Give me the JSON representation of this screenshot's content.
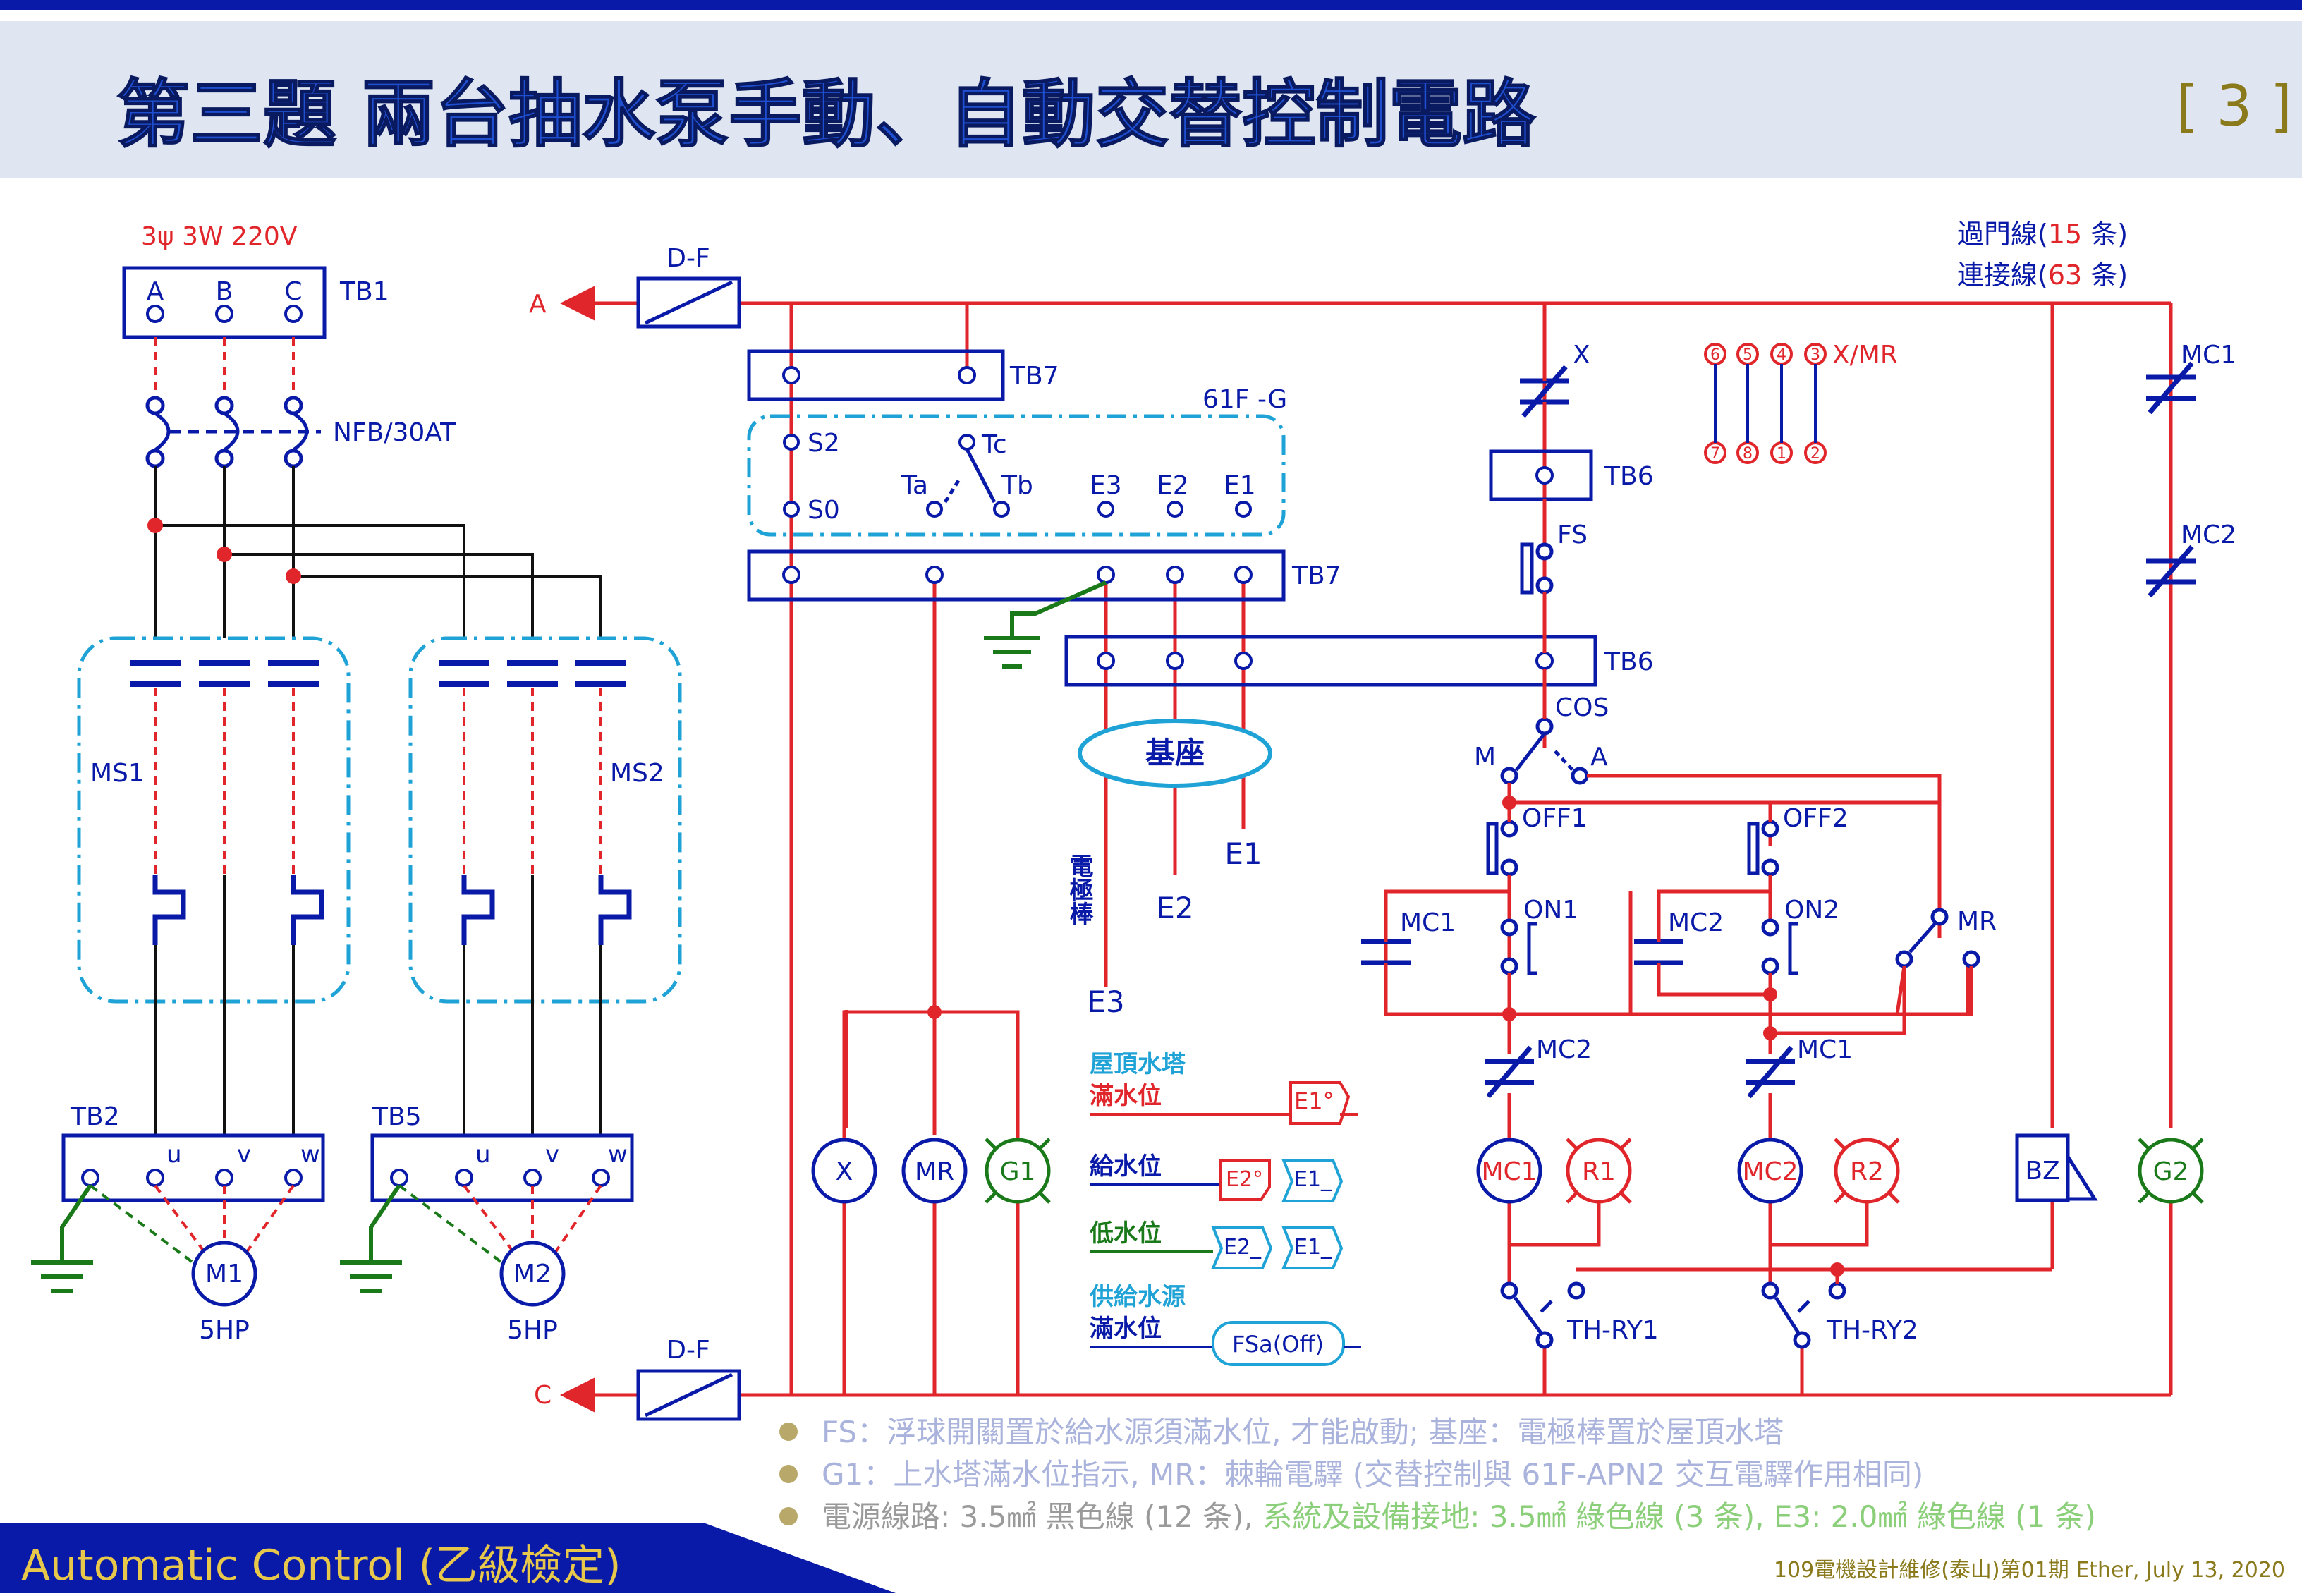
{
  "header": {
    "title": "第三題 兩台抽水泵手動、自動交替控制電路",
    "page_tag": "[ 3 ]"
  },
  "power": {
    "supply": "3ψ 3W 220V",
    "tb1": "TB1",
    "phases": [
      "A",
      "B",
      "C"
    ],
    "nfb": "NFB/30AT",
    "ms1": "MS1",
    "ms2": "MS2",
    "tb2": "TB2",
    "tb5": "TB5",
    "terminals": [
      "u",
      "v",
      "w"
    ],
    "m1": "M1",
    "m2": "M2",
    "hp1": "5HP",
    "hp2": "5HP"
  },
  "control": {
    "line_a": "A",
    "line_c": "C",
    "df": "D-F",
    "tb7": "TB7",
    "tb6": "TB6",
    "relay61f": "61F -G",
    "s2": "S2",
    "s0": "S0",
    "tc": "Tc",
    "ta": "Ta",
    "tb": "Tb",
    "e3": "E3",
    "e2": "E2",
    "e1": "E1",
    "base": "基座",
    "electrode": "電極棒",
    "x_contact": "X",
    "xmr": "X/MR",
    "relay_pins_top": [
      "6",
      "5",
      "4",
      "3"
    ],
    "relay_pins_bottom": [
      "7",
      "8",
      "1",
      "2"
    ],
    "fs": "FS",
    "cos": "COS",
    "cos_m": "M",
    "cos_a": "A",
    "off1": "OFF1",
    "off2": "OFF2",
    "on1": "ON1",
    "on2": "ON2",
    "mc1": "MC1",
    "mc2": "MC2",
    "mr": "MR",
    "r1": "R1",
    "r2": "R2",
    "thry1": "TH-RY1",
    "thry2": "TH-RY2",
    "bz": "BZ",
    "g1": "G1",
    "g2": "G2"
  },
  "counts": {
    "door_label": "過門線(",
    "door_count": "15",
    "door_unit": " 条)",
    "conn_label": "連接線(",
    "conn_count": "63",
    "conn_unit": " 条)"
  },
  "legend": {
    "roof_tower": "屋頂水塔",
    "full_level": "滿水位",
    "supply_level": "給水位",
    "low_level": "低水位",
    "source": "供給水源",
    "source_full": "滿水位",
    "e1_deg": "E1°",
    "e2_deg": "E2°",
    "e1_off": "E1_",
    "e2_off": "E2_",
    "fsa": "FSa(Off)"
  },
  "notes": [
    "FS：浮球開關置於給水源須滿水位, 才能啟動; 基座：電極棒置於屋頂水塔",
    "G1：上水塔滿水位指示, MR：棘輪電驛 (交替控制與 61F-APN2 交互電驛作用相同)"
  ],
  "note3": {
    "part1": "電源線路: 3.5㎟ 黑色線 (12 条),",
    "part2": " 系統及設備接地: 3.5㎟ 綠色線 (3 条), E3: 2.0㎟ 綠色線 (1 条)"
  },
  "footer": {
    "brand": "Automatic Control",
    "brand_suffix": "(乙級檢定)",
    "credit": "109電機設計維修(泰山)第01期 Ether, July 13, 2020"
  },
  "colors": {
    "blue": "#0a1aa8",
    "red": "#e0262b",
    "green": "#1a7a1a",
    "cyan": "#1fa3d6",
    "header_bg": "#dfe6f2",
    "title_blue": "#1f4fd1",
    "olive": "#8a7a1c"
  }
}
